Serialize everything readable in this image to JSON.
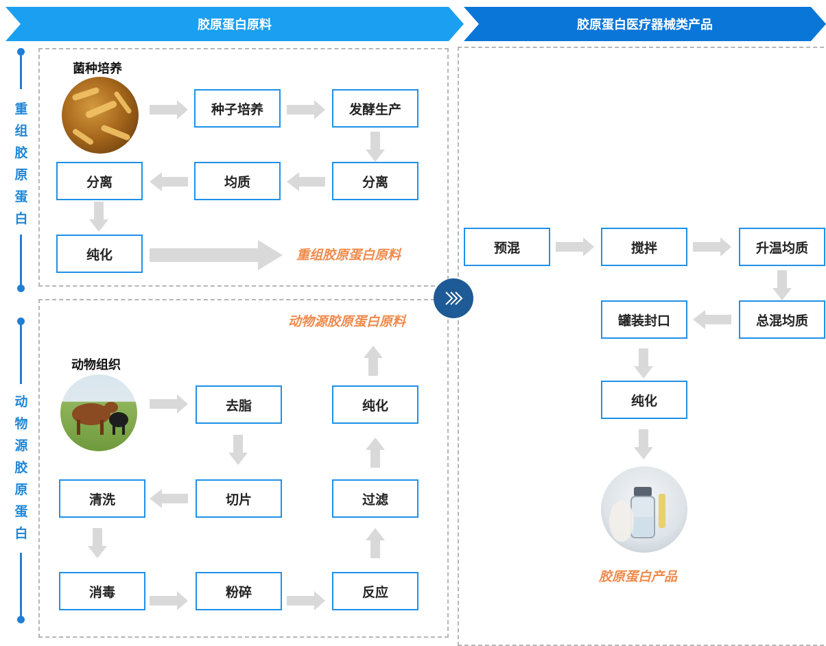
{
  "header": {
    "left_title": "胶原蛋白原料",
    "right_title": "胶原蛋白医疗器械类产品"
  },
  "side_labels": {
    "recombinant": [
      "重",
      "组",
      "胶",
      "原",
      "蛋",
      "白"
    ],
    "animal": [
      "动",
      "物",
      "源",
      "胶",
      "原",
      "蛋",
      "白"
    ]
  },
  "recombinant": {
    "source_label": "菌种培养",
    "source_icon": "bacteria-image",
    "steps": {
      "seed": "种子培养",
      "ferment": "发酵生产",
      "separate1": "分离",
      "homogenize": "均质",
      "separate2": "分离",
      "purify": "纯化"
    },
    "output": "重组胶原蛋白原料"
  },
  "animal": {
    "source_label": "动物组织",
    "source_icon": "cattle-image",
    "steps": {
      "degrease": "去脂",
      "slice": "切片",
      "wash": "清洗",
      "disinfect": "消毒",
      "crush": "粉碎",
      "react": "反应",
      "filter": "过滤",
      "purify": "纯化"
    },
    "output": "动物源胶原蛋白原料"
  },
  "product": {
    "steps": {
      "premix": "预混",
      "stir": "搅拌",
      "heat_homogenize": "升温均质",
      "total_mix": "总混均质",
      "fill_seal": "罐装封口",
      "purify": "纯化"
    },
    "output": "胶原蛋白产品",
    "output_icon": "vial-image"
  },
  "colors": {
    "banner_left": "#1b9ff0",
    "banner_right": "#0a76d8",
    "box_border": "#1e90e8",
    "side_label": "#1f86d6",
    "output_text": "#f08a4b",
    "arrow": "#d9d9d9",
    "chevron_circle": "#1e5a95"
  }
}
